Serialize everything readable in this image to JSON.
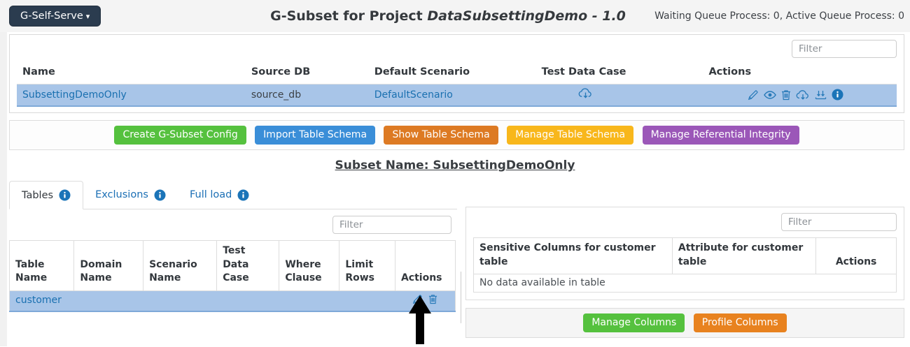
{
  "header": {
    "app_menu_label": "G-Self-Serve",
    "title_prefix": "G-Subset for Project",
    "title_project": "DataSubsettingDemo - 1.0",
    "queue_status": "Waiting Queue Process: 0, Active Queue Process: 0"
  },
  "projects_panel": {
    "filter_placeholder": "Filter",
    "columns": [
      "Name",
      "Source DB",
      "Default Scenario",
      "Test Data Case",
      "Actions"
    ],
    "row": {
      "name": "SubsettingDemoOnly",
      "source_db": "source_db",
      "default_scenario": "DefaultScenario",
      "test_data_case_icon": "cloud-download-icon",
      "action_icons": [
        "edit-icon",
        "view-icon",
        "delete-icon",
        "cloud-download-icon",
        "import-data-icon",
        "info-icon"
      ]
    }
  },
  "toolbar": {
    "buttons": [
      {
        "label": "Create G-Subset Config",
        "color": "#55c13e"
      },
      {
        "label": "Import Table Schema",
        "color": "#3a8ed8"
      },
      {
        "label": "Show Table Schema",
        "color": "#dd7a23"
      },
      {
        "label": "Manage Table Schema",
        "color": "#f8b71b"
      },
      {
        "label": "Manage Referential Integrity",
        "color": "#9b57b8"
      }
    ]
  },
  "subset_heading": "Subset Name: SubsettingDemoOnly",
  "tabs": [
    {
      "label": "Tables",
      "info_icon": "info-icon",
      "active": true
    },
    {
      "label": "Exclusions",
      "info_icon": "info-icon",
      "active": false
    },
    {
      "label": "Full load",
      "info_icon": "info-icon",
      "active": false
    }
  ],
  "tables_panel": {
    "filter_placeholder": "Filter",
    "columns": [
      "Table Name",
      "Domain Name",
      "Scenario Name",
      "Test Data Case",
      "Where Clause",
      "Limit Rows",
      "Actions"
    ],
    "row": {
      "table_name": "customer",
      "action_icons": [
        "edit-icon",
        "delete-icon"
      ]
    },
    "annotation": "black-arrow-pointing-to-edit-icon"
  },
  "columns_panel": {
    "filter_placeholder": "Filter",
    "columns": [
      "Sensitive Columns for customer table",
      "Attribute for customer table",
      "Actions"
    ],
    "empty_message": "No data available in table",
    "buttons": [
      {
        "label": "Manage Columns",
        "color": "#55c13e"
      },
      {
        "label": "Profile Columns",
        "color": "#e8821f"
      }
    ]
  },
  "colors": {
    "row_highlight": "#a8c5e8",
    "row_highlight_border": "#7ea9d8",
    "link_blue": "#1a70b0",
    "icon_blue": "#2679b8",
    "dark_navy_button": "#2b3c4f",
    "header_bg": "#f4f4f4",
    "annotation_arrow": "#000000"
  }
}
